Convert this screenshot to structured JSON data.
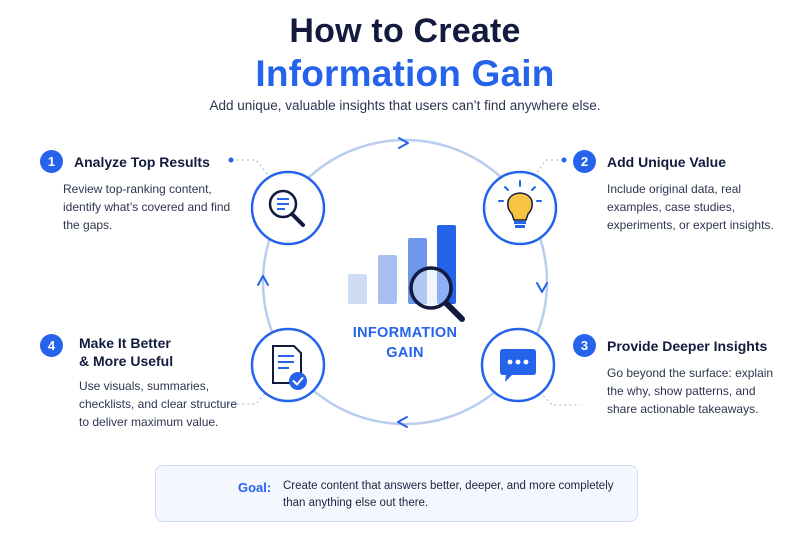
{
  "header": {
    "title_line1": "How to Create",
    "title_line2": "Information Gain",
    "subtitle": "Add unique, valuable insights that users can’t find anywhere else."
  },
  "center": {
    "label_line1": "INFORMATION",
    "label_line2": "GAIN"
  },
  "steps": [
    {
      "number": "1",
      "title": "Analyze Top Results",
      "description": "Review top-ranking content, identify what’s covered and find the gaps.",
      "icon": "magnifier-document-icon"
    },
    {
      "number": "2",
      "title": "Add Unique Value",
      "description": "Include original data, real examples, case studies, experiments, or expert insights.",
      "icon": "lightbulb-icon"
    },
    {
      "number": "3",
      "title": "Provide Deeper Insights",
      "description": "Go beyond the surface: explain the why, show patterns, and share actionable takeaways.",
      "icon": "chat-bubble-icon"
    },
    {
      "number": "4",
      "title_line1": "Make It Better",
      "title_line2": "& More Useful",
      "description": "Use visuals, summaries, checklists, and clear structure to deliver maximum value.",
      "icon": "document-check-icon"
    }
  ],
  "goal": {
    "label": "Goal:",
    "text": "Create content that answers better, deeper, and more completely than anything else out there.",
    "icon": "target-arrow-icon"
  },
  "colors": {
    "accent": "#2563eb",
    "ring": "#b9cdef",
    "dark_text": "#121b3e"
  }
}
